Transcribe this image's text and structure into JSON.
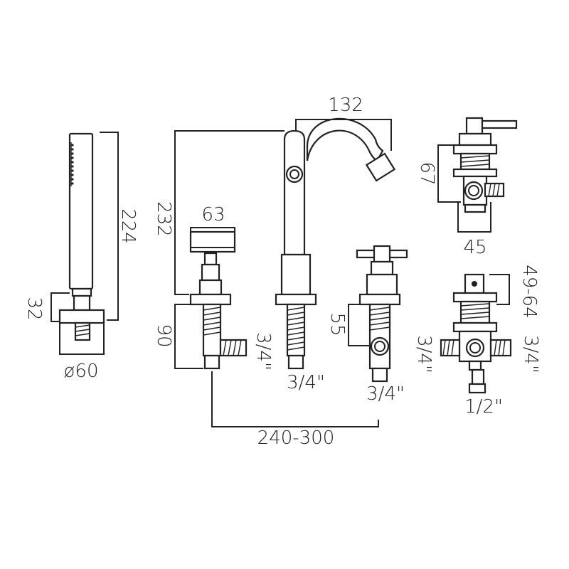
{
  "dimensions": {
    "handset_height": "224",
    "handset_base_height": "32",
    "handset_base_diameter": "ø60",
    "spout_reach": "132",
    "spout_height": "232",
    "handle_width": "63",
    "valve_height": "90",
    "inlet_left": "3/4\"",
    "inlet_spout": "3/4\"",
    "inlet_right": "3/4\"",
    "valve_body_height": "55",
    "centers": "240-300",
    "diverter_height": "67",
    "diverter_width": "45",
    "diverter_range": "49-64",
    "diverter_left_port": "3/4\"",
    "diverter_right_port": "3/4\"",
    "diverter_outlet": "1/2\""
  },
  "colors": {
    "line": "#222222",
    "background": "#ffffff"
  }
}
